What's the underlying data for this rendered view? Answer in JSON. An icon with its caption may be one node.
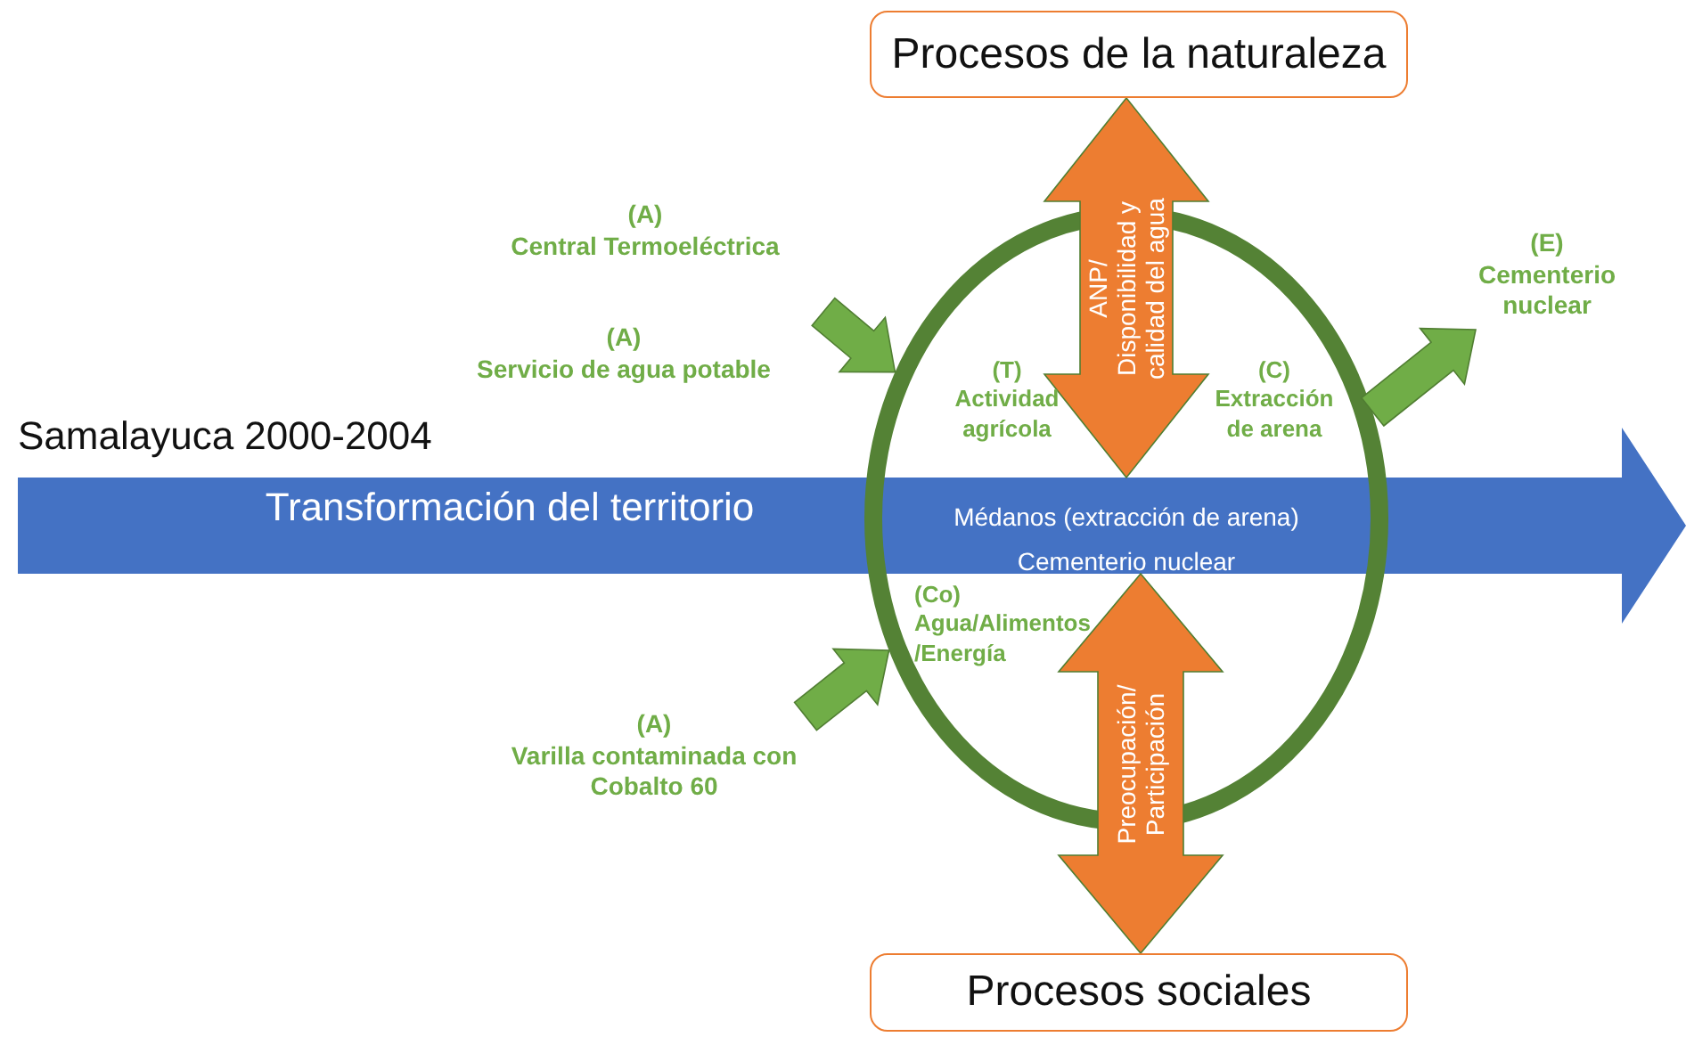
{
  "diagram": {
    "title": "Samalayuca 2000-2004",
    "nodes": [
      {
        "text": [
          "Procesos de la naturaleza"
        ]
      },
      {
        "text": [
          "Procesos sociales"
        ]
      },
      {
        "text": [],
        "shape": "circle"
      },
      {
        "text": [
          "(A)",
          "Central Termoeléctrica"
        ]
      },
      {
        "text": [
          "(A)",
          "Servicio de agua potable"
        ]
      },
      {
        "text": [
          "(A)",
          "Varilla contaminada con Cobalto 60"
        ]
      },
      {
        "text": [
          "(E)",
          "Cementerio nuclear"
        ]
      },
      {
        "text": [
          "(T)",
          "Actividad agrícola"
        ],
        "in": 2
      },
      {
        "text": [
          "(C)",
          "Extracción de arena"
        ],
        "in": 2
      },
      {
        "text": [
          "(Co)",
          "Agua/Alimentos /Energía"
        ],
        "in": 2
      },
      {
        "text": [
          "Transformación del territorio"
        ]
      },
      {
        "text": [
          "Médanos (extracción de arena)",
          "Cementerio nuclear"
        ]
      }
    ],
    "edges": [
      {
        "from": 0,
        "to": 10,
        "arrow": "both",
        "label": "ANP/ Disponibilidad y calidad del agua",
        "color": "#ed7d31"
      },
      {
        "from": 10,
        "to": 1,
        "arrow": "both",
        "label": "Preocupación/ Participación",
        "color": "#ed7d31"
      },
      {
        "from": null,
        "to": 2,
        "arrow": "to"
      },
      {
        "from": null,
        "to": 2,
        "arrow": "to"
      },
      {
        "from": 2,
        "to": 6,
        "arrow": "to"
      }
    ]
  }
}
